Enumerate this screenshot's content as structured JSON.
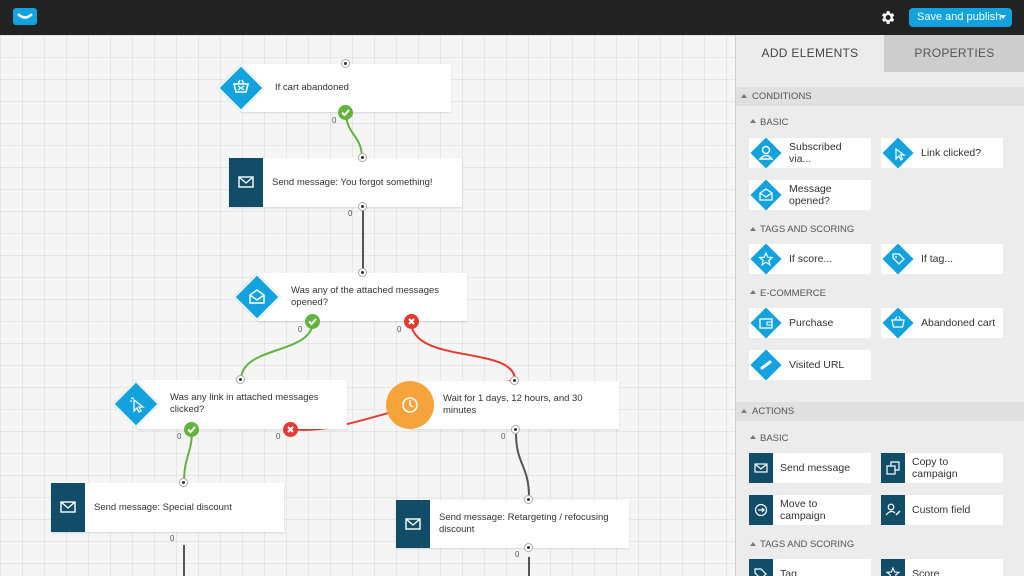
{
  "topbar": {
    "publish_label": "Save and publish",
    "accent": "#12a3de",
    "icons": [
      "logo-icon",
      "gear-icon",
      "chevron-down-icon"
    ]
  },
  "panel": {
    "tabs": [
      "ADD ELEMENTS",
      "PROPERTIES"
    ],
    "conditions": {
      "heading": "CONDITIONS",
      "basic": {
        "heading": "BASIC",
        "items": [
          "Subscribed via...",
          "Link clicked?",
          "Message opened?"
        ]
      },
      "tags": {
        "heading": "TAGS AND SCORING",
        "items": [
          "If score...",
          "If tag..."
        ]
      },
      "ecommerce": {
        "heading": "E-COMMERCE",
        "items": [
          "Purchase",
          "Abandoned cart",
          "Visited URL"
        ]
      }
    },
    "actions": {
      "heading": "ACTIONS",
      "basic": {
        "heading": "BASIC",
        "items": [
          "Send message",
          "Copy to campaign",
          "Move to campaign",
          "Custom field"
        ]
      },
      "tags": {
        "heading": "TAGS AND SCORING",
        "items": [
          "Tag",
          "Score"
        ]
      }
    }
  },
  "workflow": {
    "nodes": {
      "cart": {
        "label": "If cart abandoned",
        "count": "0"
      },
      "send1": {
        "label": "Send message: You forgot something!",
        "count": "0"
      },
      "opened": {
        "label": "Was any of the attached messages opened?",
        "count_yes": "0",
        "count_no": "0"
      },
      "linkclick": {
        "label": "Was any link in attached messages clicked?",
        "count_yes": "0",
        "count_no": "0"
      },
      "wait": {
        "label": "Wait for 1 days, 12 hours, and 30 minutes",
        "count": "0"
      },
      "special": {
        "label": "Send message: Special discount",
        "count": "0"
      },
      "retarget": {
        "label": "Send message: Retargeting / refocusing discount",
        "count": "0"
      }
    },
    "colors": {
      "yes": "#63b33f",
      "no": "#e03c31",
      "wait": "#f7a33b",
      "action": "#124d68"
    }
  }
}
